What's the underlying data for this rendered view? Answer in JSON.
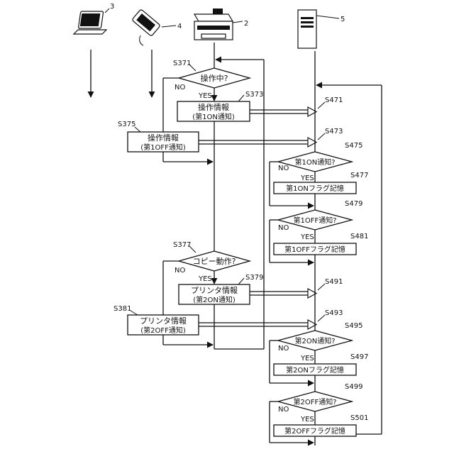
{
  "devices": {
    "laptop": "3",
    "tablet": "4",
    "printer": "2",
    "server": "5"
  },
  "steps": {
    "s371": {
      "id": "S371",
      "text": "操作中?"
    },
    "s373": {
      "id": "S373",
      "line1": "操作情報",
      "line2": "(第1ON通知)"
    },
    "s375": {
      "id": "S375",
      "line1": "操作情報",
      "line2": "(第1OFF通知)"
    },
    "s377": {
      "id": "S377",
      "text": "コピー動作?"
    },
    "s379": {
      "id": "S379",
      "line1": "プリンタ情報",
      "line2": "(第2ON通知)"
    },
    "s381": {
      "id": "S381",
      "line1": "プリンタ情報",
      "line2": "(第2OFF通知)"
    },
    "s471": {
      "id": "S471"
    },
    "s473": {
      "id": "S473"
    },
    "s475": {
      "id": "S475",
      "text": "第1ON通知?"
    },
    "s477": {
      "id": "S477",
      "text": "第1ONフラグ記憶"
    },
    "s479": {
      "id": "S479",
      "text": "第1OFF通知?"
    },
    "s481": {
      "id": "S481",
      "text": "第1OFFフラグ記憶"
    },
    "s491": {
      "id": "S491"
    },
    "s493": {
      "id": "S493"
    },
    "s495": {
      "id": "S495",
      "text": "第2ON通知?"
    },
    "s497": {
      "id": "S497",
      "text": "第2ONフラグ記憶"
    },
    "s499": {
      "id": "S499",
      "text": "第2OFF通知?"
    },
    "s501": {
      "id": "S501",
      "text": "第2OFFフラグ記憶"
    }
  },
  "labels": {
    "yes": "YES",
    "no": "NO"
  }
}
